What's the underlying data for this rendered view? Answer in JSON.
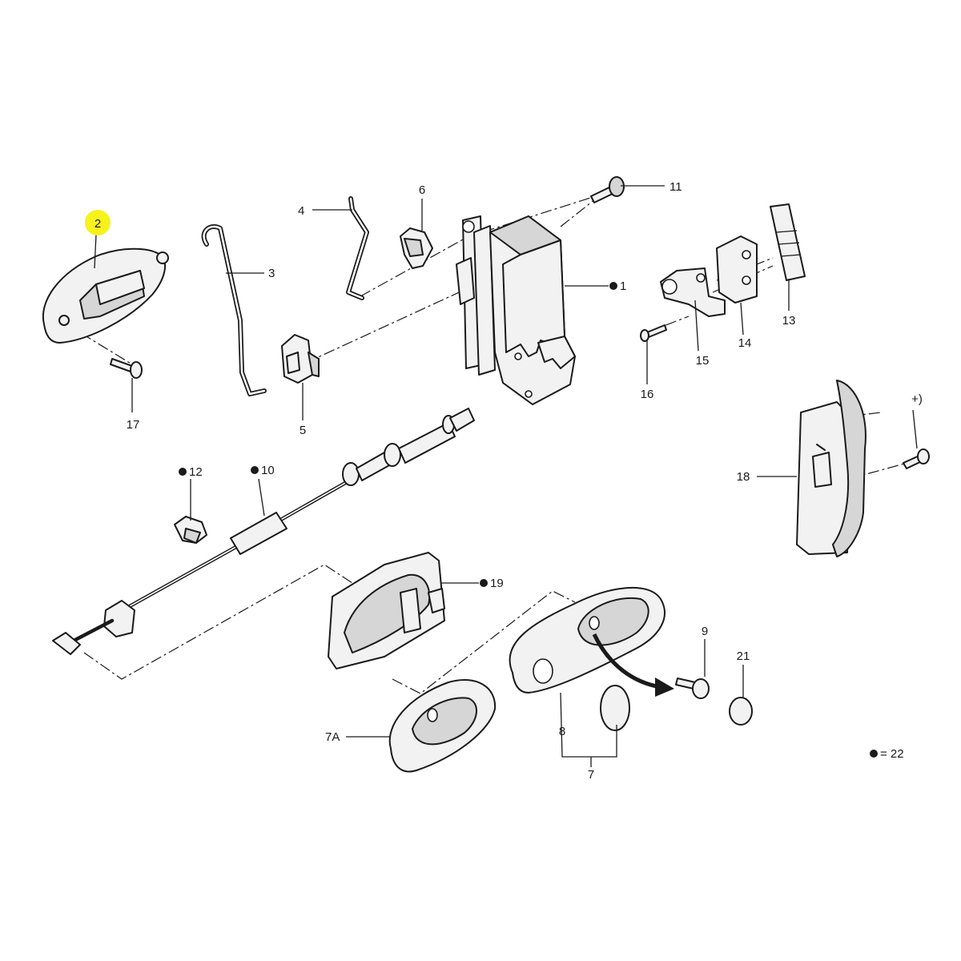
{
  "highlight_color": "#f7f21c",
  "labels": {
    "p1": "1",
    "p2": "2",
    "p3": "3",
    "p4": "4",
    "p5": "5",
    "p6": "6",
    "p7": "7",
    "p7a": "7A",
    "p8": "8",
    "p9": "9",
    "p10": "10",
    "p11": "11",
    "p12": "12",
    "p13": "13",
    "p14": "14",
    "p15": "15",
    "p16": "16",
    "p17": "17",
    "p18": "18",
    "p19": "19",
    "p21": "21",
    "plus": "+)",
    "legend": "= 22"
  }
}
